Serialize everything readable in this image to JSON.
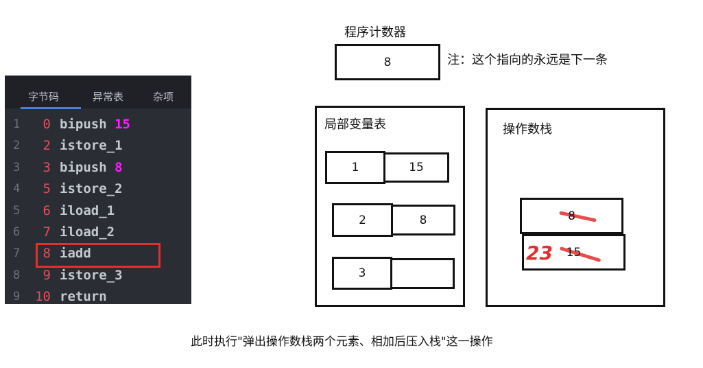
{
  "code_panel": {
    "tabs": [
      "字节码",
      "异常表",
      "杂项"
    ],
    "lines": [
      {
        "n": "1",
        "offset": "0",
        "op": "bipush",
        "arg": "15"
      },
      {
        "n": "2",
        "offset": "2",
        "op": "istore_1",
        "arg": ""
      },
      {
        "n": "3",
        "offset": "3",
        "op": "bipush",
        "arg": "8"
      },
      {
        "n": "4",
        "offset": "5",
        "op": "istore_2",
        "arg": ""
      },
      {
        "n": "5",
        "offset": "6",
        "op": "iload_1",
        "arg": ""
      },
      {
        "n": "6",
        "offset": "7",
        "op": "iload_2",
        "arg": ""
      },
      {
        "n": "7",
        "offset": "8",
        "op": "iadd",
        "arg": ""
      },
      {
        "n": "8",
        "offset": "9",
        "op": "istore_3",
        "arg": ""
      },
      {
        "n": "9",
        "offset": "10",
        "op": "return",
        "arg": ""
      }
    ]
  },
  "pc": {
    "title": "程序计数器",
    "value": "8",
    "note": "注：这个指向的永远是下一条"
  },
  "locals": {
    "title": "局部变量表",
    "rows": [
      {
        "index": "1",
        "value": "15"
      },
      {
        "index": "2",
        "value": "8"
      },
      {
        "index": "3",
        "value": ""
      }
    ]
  },
  "stack": {
    "title": "操作数栈",
    "top": "8",
    "bottom": "15",
    "result": "23"
  },
  "caption": "此时执行\"弹出操作数栈两个元素、相加后压入栈\"这一操作"
}
